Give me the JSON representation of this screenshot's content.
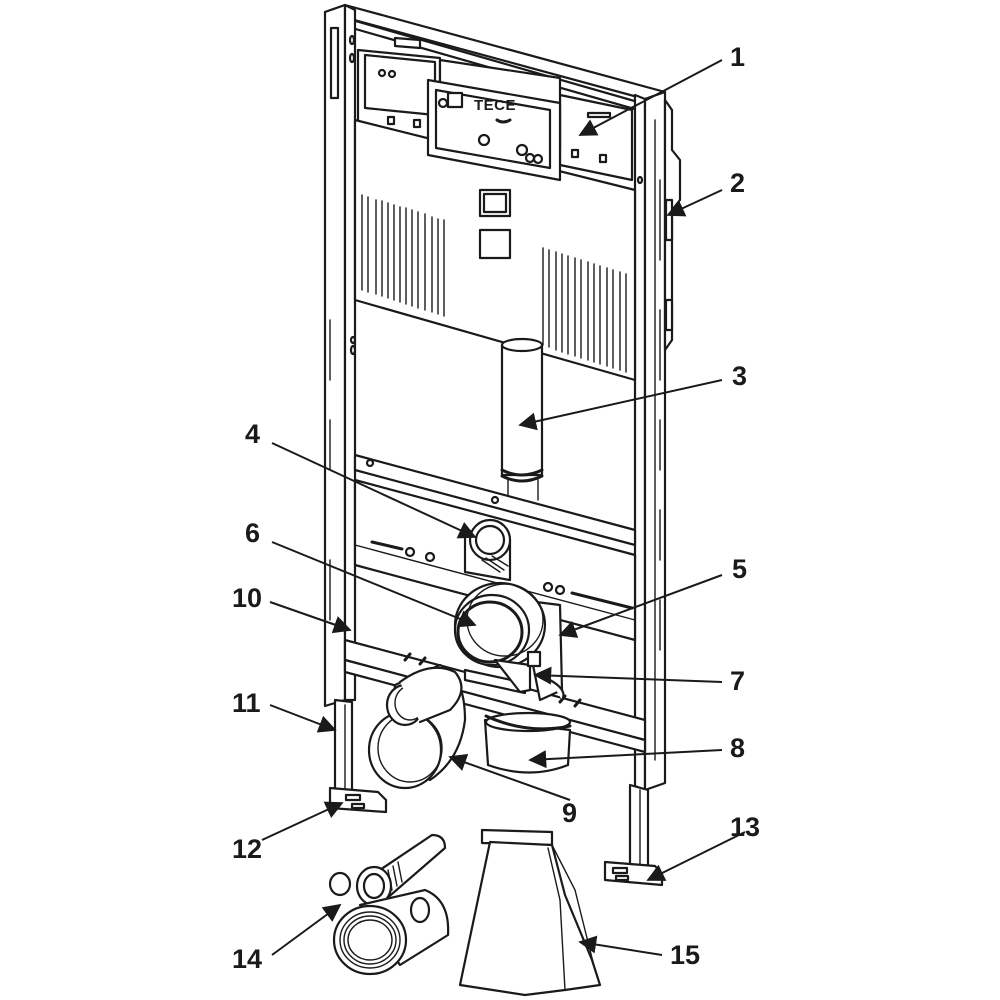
{
  "figure": {
    "title": "WC installation frame exploded view",
    "brand_label": "TECE",
    "colors": {
      "line": "#1a1a1a",
      "background": "#ffffff"
    }
  },
  "callouts": [
    {
      "id": "1",
      "label": "1",
      "target": "flush-cistern"
    },
    {
      "id": "2",
      "label": "2",
      "target": "side-bracket"
    },
    {
      "id": "3",
      "label": "3",
      "target": "flush-pipe"
    },
    {
      "id": "4",
      "label": "4",
      "target": "water-connection"
    },
    {
      "id": "5",
      "label": "5",
      "target": "drain-connector-body"
    },
    {
      "id": "6",
      "label": "6",
      "target": "drain-seal-ring"
    },
    {
      "id": "7",
      "label": "7",
      "target": "drain-clamp"
    },
    {
      "id": "8",
      "label": "8",
      "target": "drain-cap"
    },
    {
      "id": "9",
      "label": "9",
      "target": "drain-bend"
    },
    {
      "id": "10",
      "label": "10",
      "target": "frame-screw"
    },
    {
      "id": "11",
      "label": "11",
      "target": "left-leg"
    },
    {
      "id": "12",
      "label": "12",
      "target": "left-foot"
    },
    {
      "id": "13",
      "label": "13",
      "target": "right-foot"
    },
    {
      "id": "14",
      "label": "14",
      "target": "connection-set"
    },
    {
      "id": "15",
      "label": "15",
      "target": "protective-cover"
    }
  ]
}
